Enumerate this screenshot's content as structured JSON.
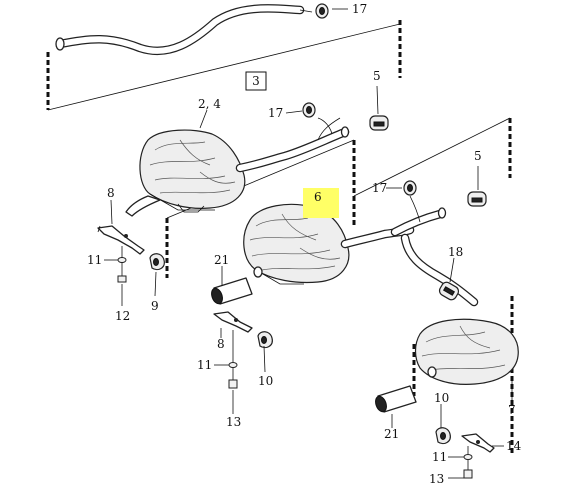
{
  "diagram": {
    "highlight_color": "#ffff66",
    "group_label": "3",
    "labels": {
      "p17_top": "17",
      "p17_mid": "17",
      "p17_right": "17",
      "p2_4": "2, 4",
      "p5_top": "5",
      "p5_right": "5",
      "p6": "6",
      "p8_left": "8",
      "p8_mid": "8",
      "p9": "9",
      "p11_left": "11",
      "p11_mid": "11",
      "p11_right": "11",
      "p12": "12",
      "p21_mid": "21",
      "p21_right": "21",
      "p10_mid": "10",
      "p10_right": "10",
      "p13_mid": "13",
      "p13_right": "13",
      "p18": "18",
      "p7": "7",
      "p14": "14"
    }
  }
}
